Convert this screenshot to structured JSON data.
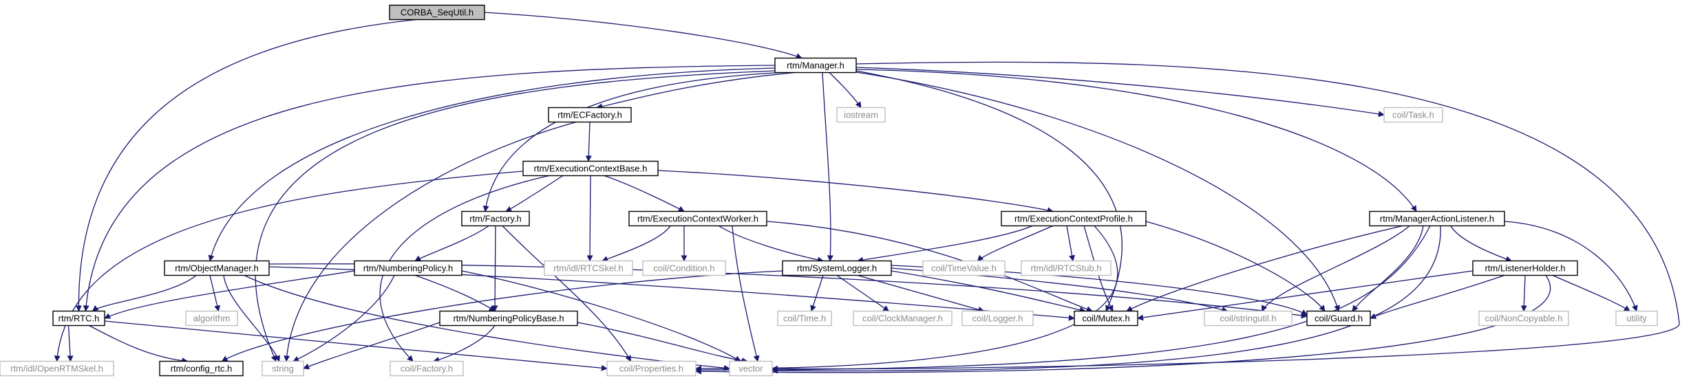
{
  "colors": {
    "edge": "#191970",
    "doc_border": "#000000",
    "doc_text": "#000000",
    "ext_border": "#bfbfbf",
    "ext_text": "#8c8c8c",
    "root_fill": "#bfbfbf"
  },
  "nodes": {
    "sequtil": "CORBA_SeqUtil.h",
    "manager": "rtm/Manager.h",
    "ecfactory": "rtm/ECFactory.h",
    "iostream": "iostream",
    "task": "coil/Task.h",
    "ecbase": "rtm/ExecutionContextBase.h",
    "factory": "rtm/Factory.h",
    "ecworker": "rtm/ExecutionContextWorker.h",
    "ecprofile": "rtm/ExecutionContextProfile.h",
    "mal": "rtm/ManagerActionListener.h",
    "objmgr": "rtm/ObjectManager.h",
    "numpol": "rtm/NumberingPolicy.h",
    "rtcskel": "rtm/idl/RTCSkel.h",
    "condition": "coil/Condition.h",
    "syslogger": "rtm/SystemLogger.h",
    "timevalue": "coil/TimeValue.h",
    "rtcstub": "rtm/idl/RTCStub.h",
    "lholder": "rtm/ListenerHolder.h",
    "rtc": "rtm/RTC.h",
    "algorithm": "algorithm",
    "numpolbase": "rtm/NumberingPolicyBase.h",
    "time": "coil/Time.h",
    "clockmgr": "coil/ClockManager.h",
    "logger": "coil/Logger.h",
    "mutex": "coil/Mutex.h",
    "stringutil": "coil/stringutil.h",
    "guard": "coil/Guard.h",
    "noncopyable": "coil/NonCopyable.h",
    "utility": "utility",
    "openrtmskel": "rtm/idl/OpenRTMSkel.h",
    "configrtc": "rtm/config_rtc.h",
    "string": "string",
    "coilfactory": "coil/Factory.h",
    "properties": "coil/Properties.h",
    "vector": "vector"
  }
}
